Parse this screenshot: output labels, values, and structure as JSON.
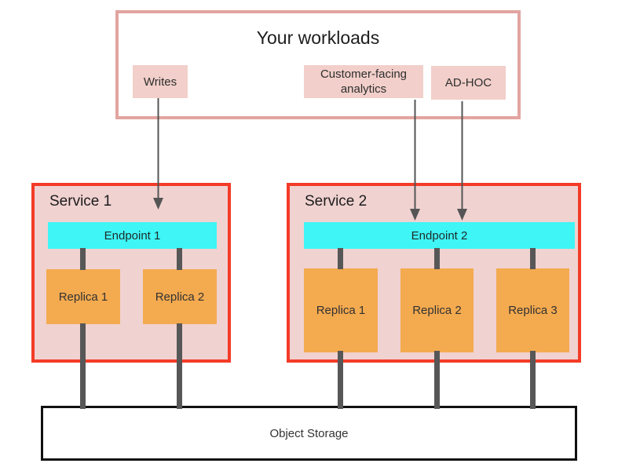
{
  "workloads": {
    "title": "Your workloads",
    "chips": [
      {
        "label": "Writes"
      },
      {
        "label": "Customer-facing analytics"
      },
      {
        "label": "AD-HOC"
      }
    ]
  },
  "services": [
    {
      "name": "Service 1",
      "endpoint": "Endpoint 1",
      "replicas": [
        "Replica 1",
        "Replica 2"
      ]
    },
    {
      "name": "Service 2",
      "endpoint": "Endpoint 2",
      "replicas": [
        "Replica 1",
        "Replica 2",
        "Replica 3"
      ]
    }
  ],
  "storage": {
    "label": "Object Storage"
  },
  "colors": {
    "workloads_border": "#E2A4A0",
    "chip_fill": "#F2CFCA",
    "service_border": "#F43B28",
    "service_fill": "#F0D2D1",
    "endpoint_fill": "#3FF5F5",
    "replica_fill": "#F4AA4F",
    "connector_gray": "#575757",
    "arrow_gray": "#555555",
    "storage_border": "#111111"
  }
}
